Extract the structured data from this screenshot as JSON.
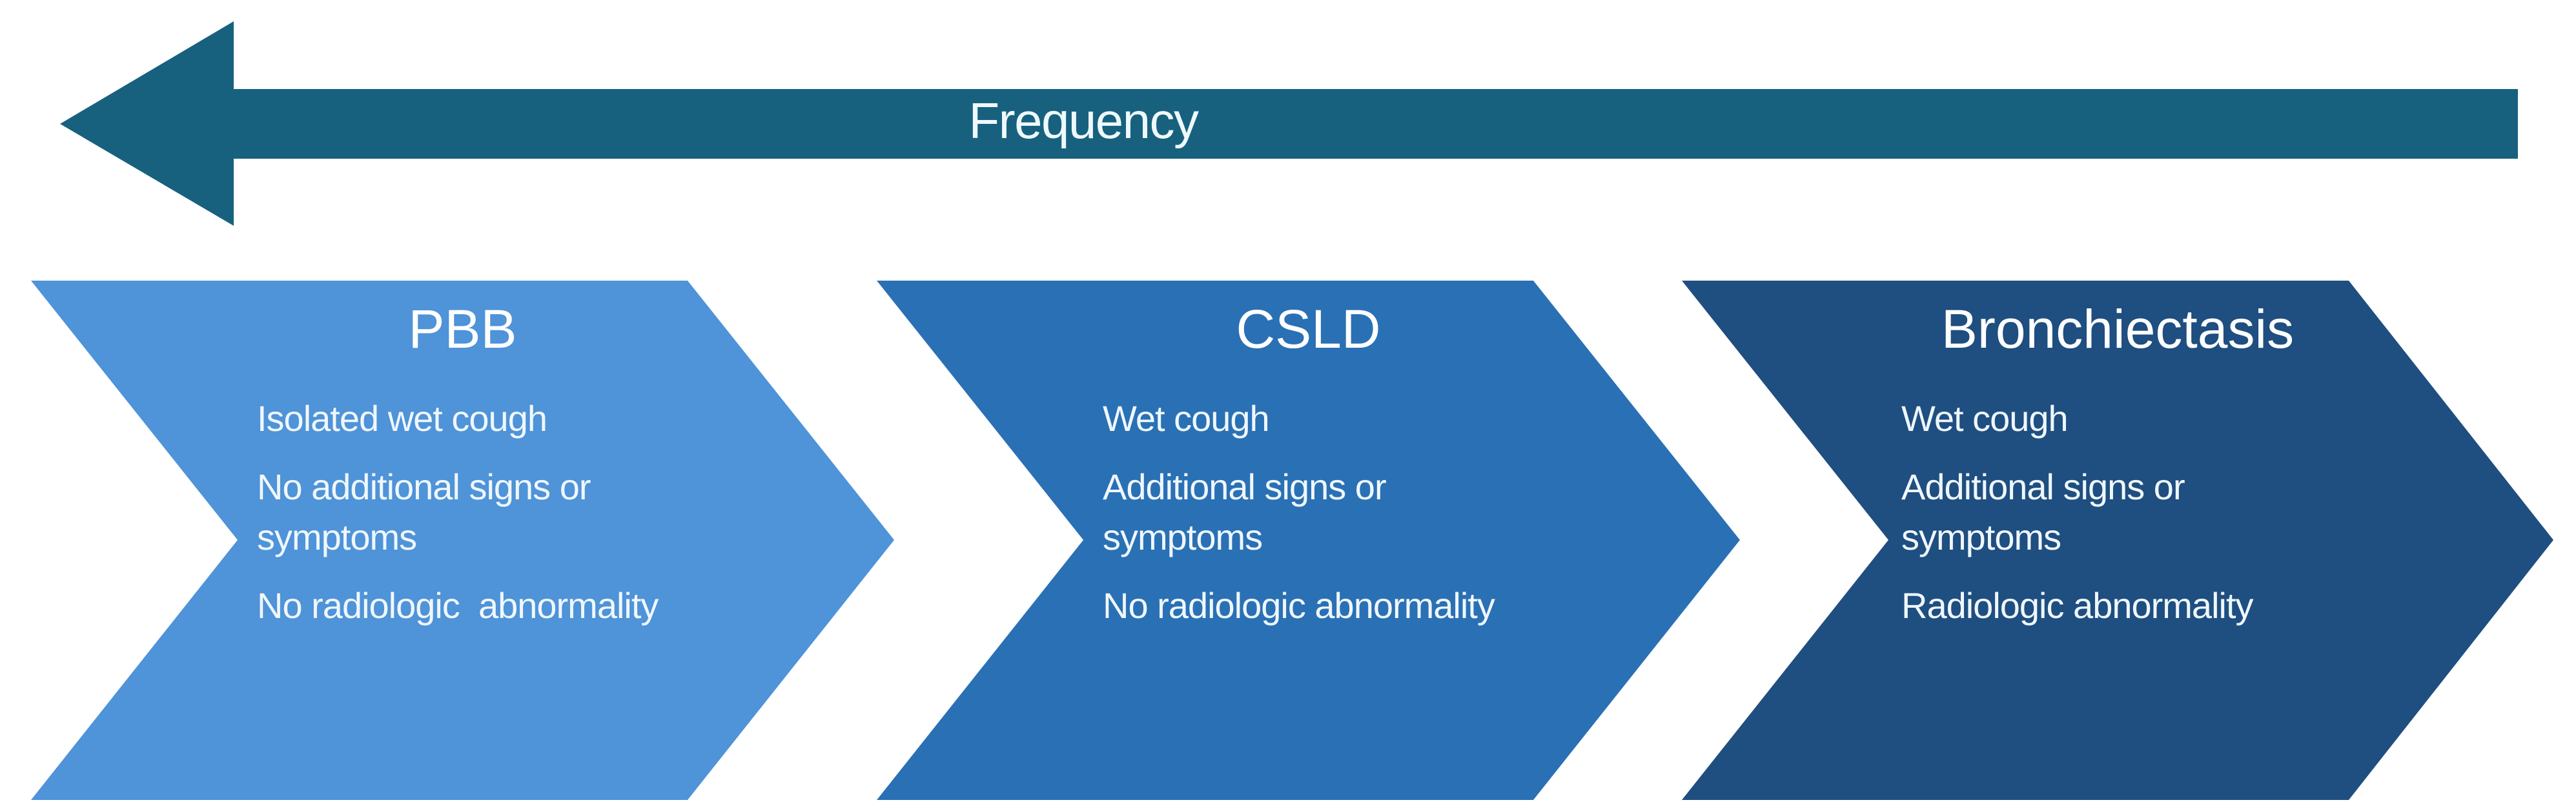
{
  "figure": {
    "frequency_arrow": {
      "label": "Frequency",
      "direction": "left",
      "color": "#17617F"
    },
    "stages": [
      {
        "title": "PBB",
        "color": "#4F93D8",
        "features": [
          "Isolated wet cough",
          "No additional signs or symptoms",
          "No radiologic  abnormality"
        ]
      },
      {
        "title": "CSLD",
        "color": "#2A70B5",
        "features": [
          "Wet cough",
          "Additional signs or symptoms",
          "No radiologic abnormality"
        ]
      },
      {
        "title": "Bronchiectasis",
        "color": "#1F4E80",
        "features": [
          "Wet cough",
          "Additional signs or symptoms",
          "Radiologic abnormality"
        ]
      }
    ],
    "background_color": "#FFFFFF",
    "text_color": "#FFFFFF"
  }
}
